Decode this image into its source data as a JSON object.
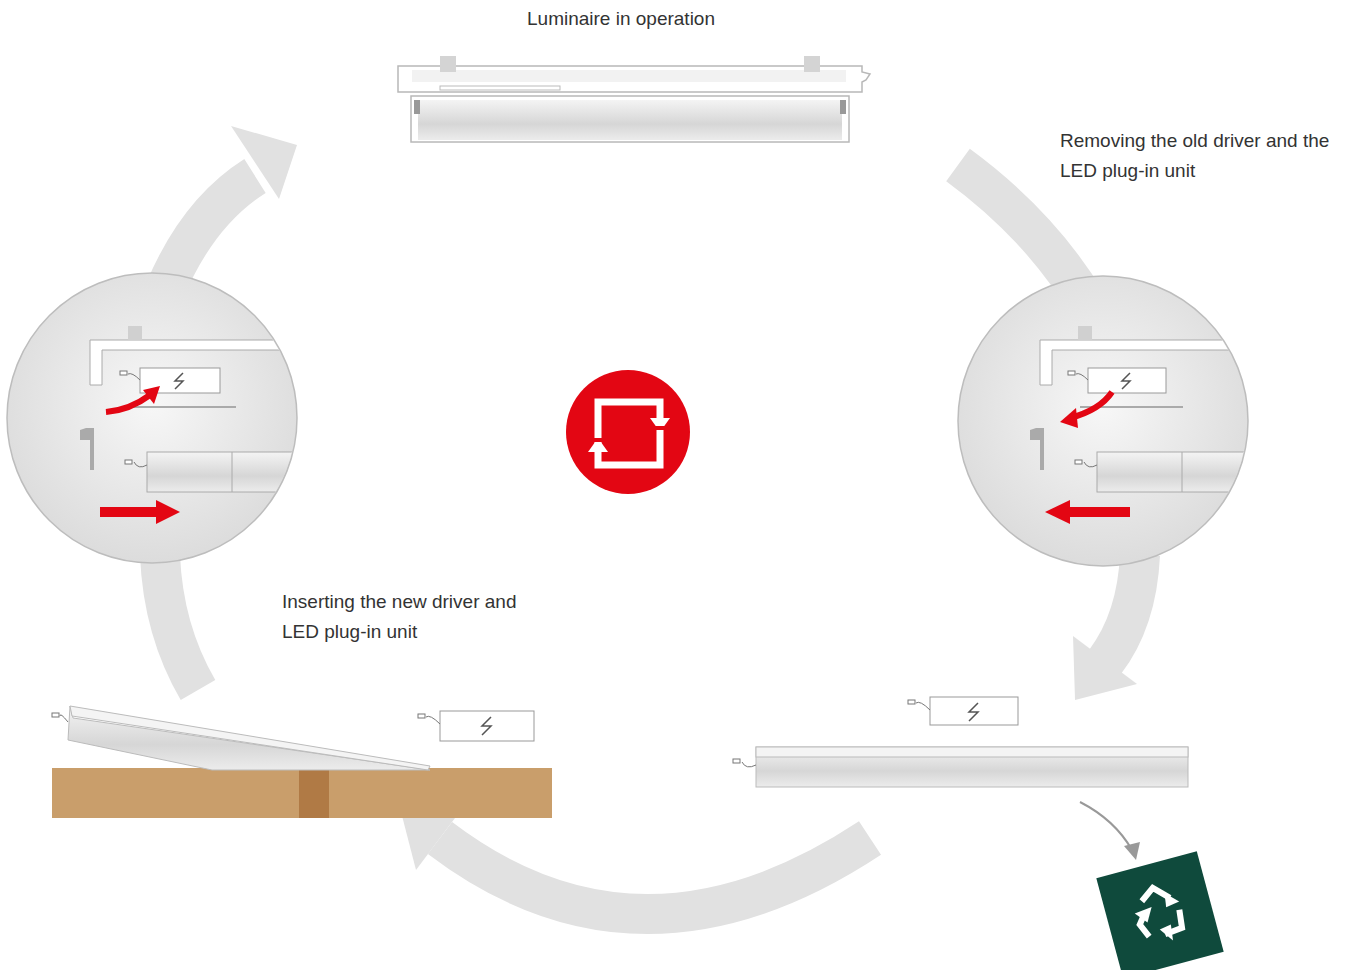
{
  "diagram": {
    "labels": [
      "Luminaire in operation",
      "Removing the old driver and the LED plug-in unit",
      "Inserting the new driver and LED plug-in unit"
    ]
  }
}
